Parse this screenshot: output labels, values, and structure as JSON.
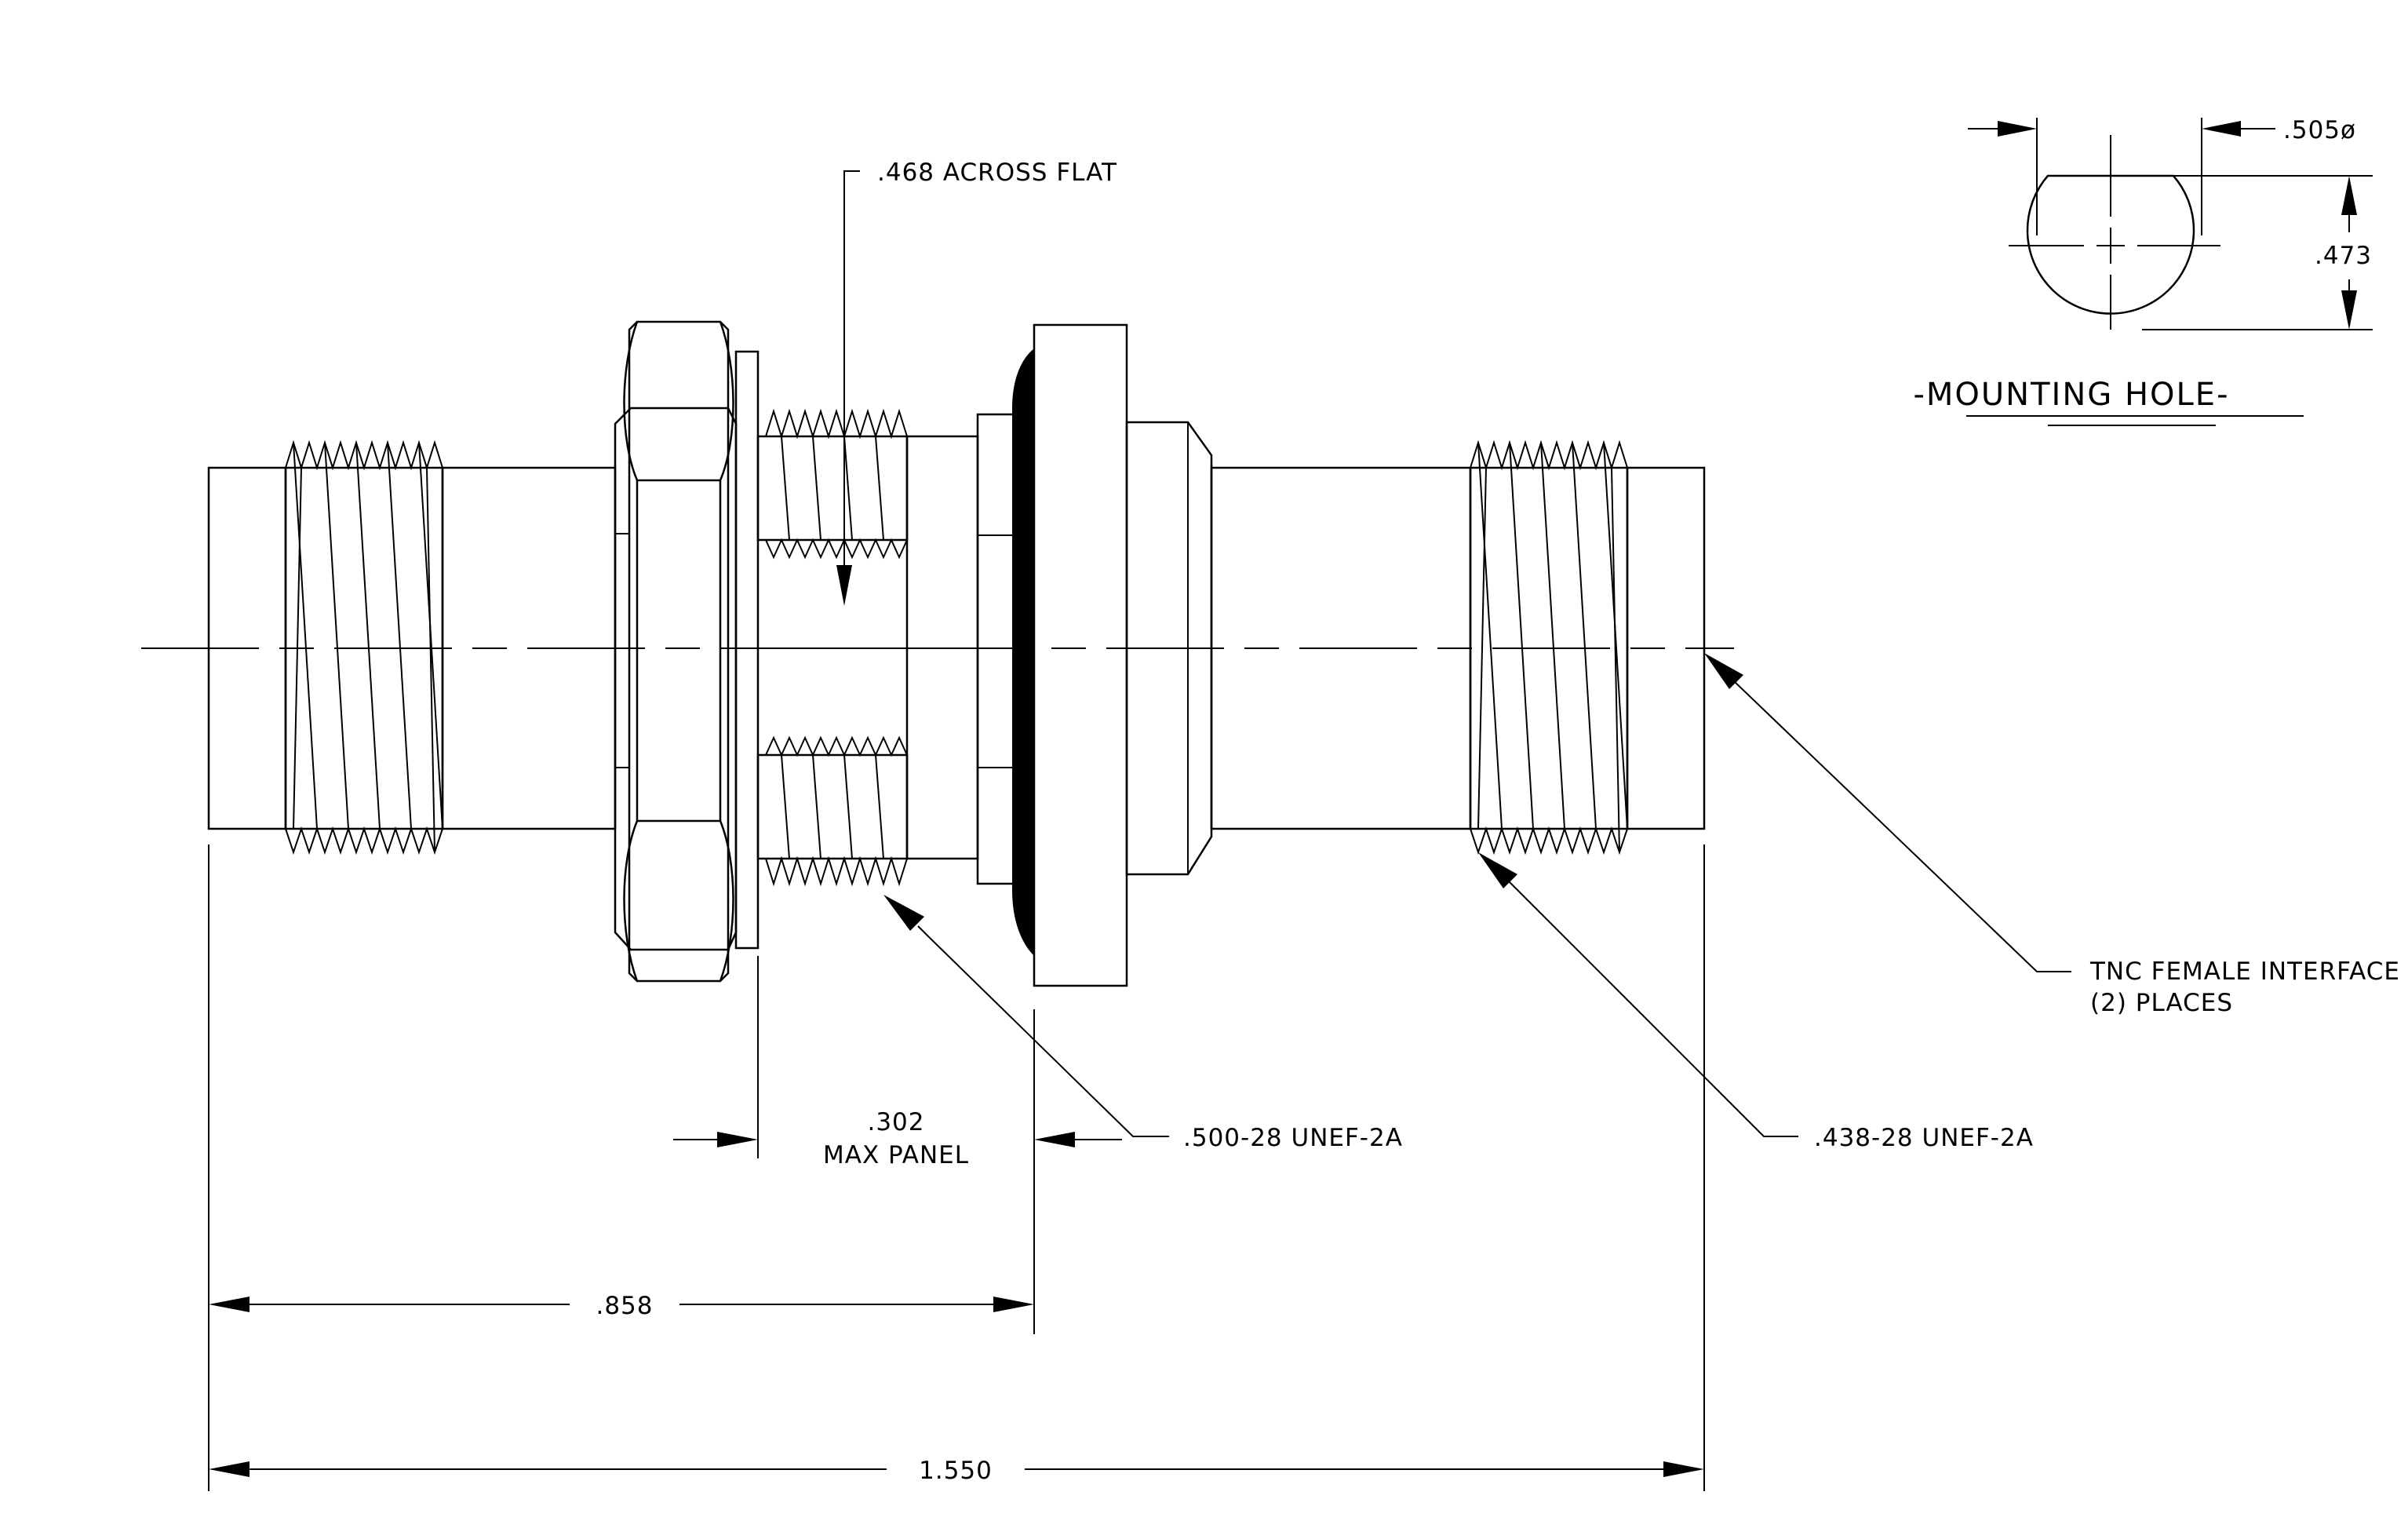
{
  "labels": {
    "across_flat": ".468 ACROSS FLAT",
    "hole_diameter": ".505ø",
    "hole_flat": ".473",
    "mounting_hole": "-MOUNTING HOLE-",
    "panel_value": ".302",
    "panel_label": "MAX PANEL",
    "thread_panel": ".500-28 UNEF-2A",
    "thread_interface": ".438-28 UNEF-2A",
    "interface_line1": "TNC FEMALE INTERFACE",
    "interface_line2": "(2)  PLACES",
    "dim_858": ".858",
    "dim_1550": "1.550"
  }
}
